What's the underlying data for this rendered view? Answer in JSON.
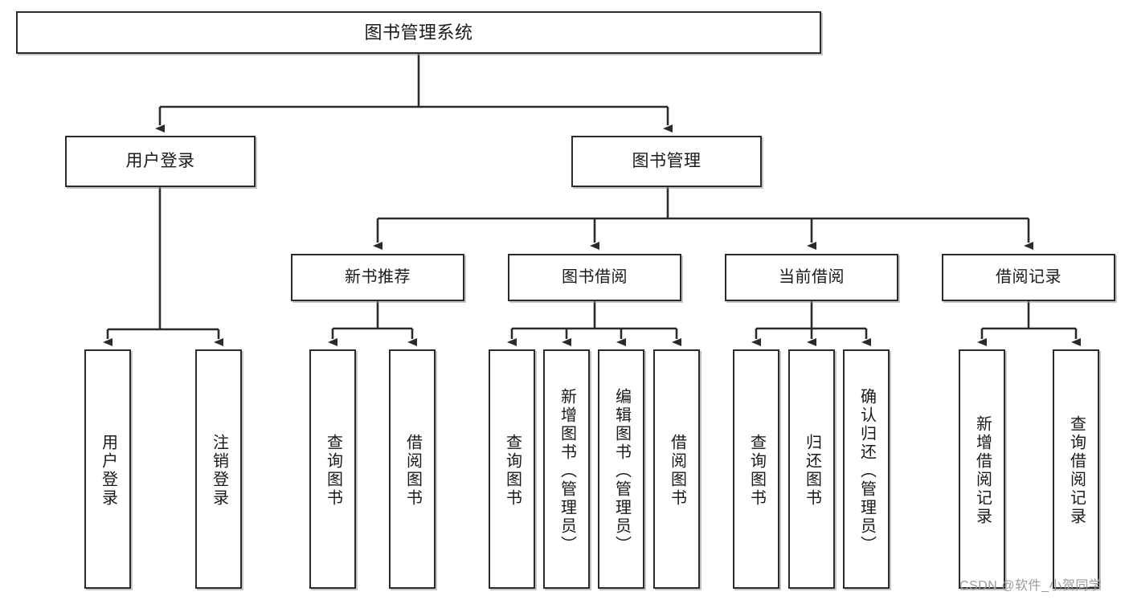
{
  "diagram": {
    "type": "tree",
    "title": "图书管理系统",
    "orientation": "top-down",
    "colors": {
      "box_border": "#2b2b2b",
      "box_fill": "#ffffff",
      "edge": "#2b2b2b",
      "text": "#1a1a1a",
      "watermark": "#9b9b9b"
    },
    "nodes": {
      "root": {
        "label": "图书管理系统"
      },
      "level2": [
        {
          "id": "user-login",
          "label": "用户登录"
        },
        {
          "id": "book-management",
          "label": "图书管理"
        }
      ],
      "level3": [
        {
          "id": "new-book-recommend",
          "label": "新书推荐",
          "parent": "book-management"
        },
        {
          "id": "book-borrow",
          "label": "图书借阅",
          "parent": "book-management"
        },
        {
          "id": "current-borrow",
          "label": "当前借阅",
          "parent": "book-management"
        },
        {
          "id": "borrow-record",
          "label": "借阅记录",
          "parent": "book-management"
        }
      ],
      "leaves": [
        {
          "id": "leaf-user-login",
          "label": "用户登录",
          "parent": "user-login"
        },
        {
          "id": "leaf-logout-login",
          "label": "注销登录",
          "parent": "user-login"
        },
        {
          "id": "leaf-query-book-1",
          "label": "查询图书",
          "parent": "new-book-recommend"
        },
        {
          "id": "leaf-borrow-book-1",
          "label": "借阅图书",
          "parent": "new-book-recommend"
        },
        {
          "id": "leaf-query-book-2",
          "label": "查询图书",
          "parent": "book-borrow"
        },
        {
          "id": "leaf-add-book",
          "label": "新增图书（管理员）",
          "parent": "book-borrow"
        },
        {
          "id": "leaf-edit-book",
          "label": "编辑图书（管理员）",
          "parent": "book-borrow"
        },
        {
          "id": "leaf-borrow-book-2",
          "label": "借阅图书",
          "parent": "book-borrow"
        },
        {
          "id": "leaf-query-book-3",
          "label": "查询图书",
          "parent": "current-borrow"
        },
        {
          "id": "leaf-return-book",
          "label": "归还图书",
          "parent": "current-borrow"
        },
        {
          "id": "leaf-confirm-return",
          "label": "确认归还（管理员）",
          "parent": "current-borrow"
        },
        {
          "id": "leaf-add-record",
          "label": "新增借阅记录",
          "parent": "borrow-record"
        },
        {
          "id": "leaf-query-record",
          "label": "查询借阅记录",
          "parent": "borrow-record"
        }
      ]
    },
    "watermark": "CSDN @软件_小贺同学"
  }
}
